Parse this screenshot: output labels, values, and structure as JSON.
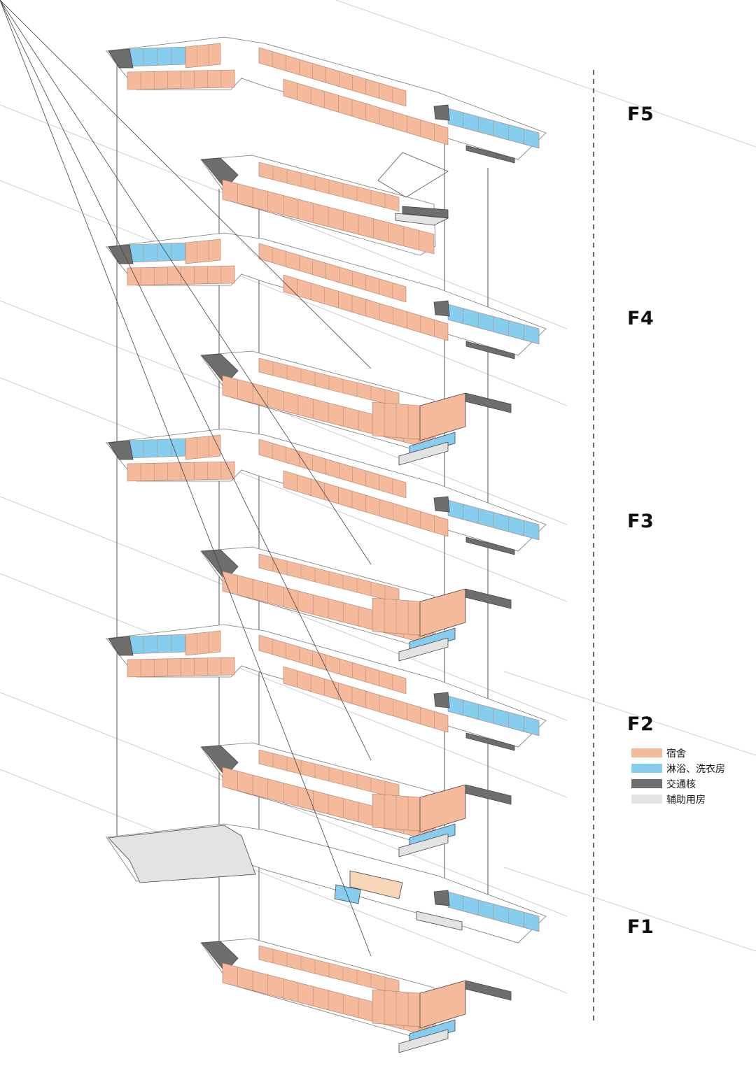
{
  "floors": [
    {
      "label": "F5"
    },
    {
      "label": "F4"
    },
    {
      "label": "F3"
    },
    {
      "label": "F2"
    },
    {
      "label": "F1"
    }
  ],
  "legend": [
    {
      "label": "宿舍",
      "color": "#f5b99b"
    },
    {
      "label": "淋浴、洗衣房",
      "color": "#86cdf0"
    },
    {
      "label": "交通核",
      "color": "#6e6e6e"
    },
    {
      "label": "辅助用房",
      "color": "#e3e3e3"
    }
  ],
  "colors": {
    "dorm": "#f5b99b",
    "bath": "#86cdf0",
    "core": "#6e6e6e",
    "aux": "#e3e3e3",
    "line": "#555555"
  }
}
